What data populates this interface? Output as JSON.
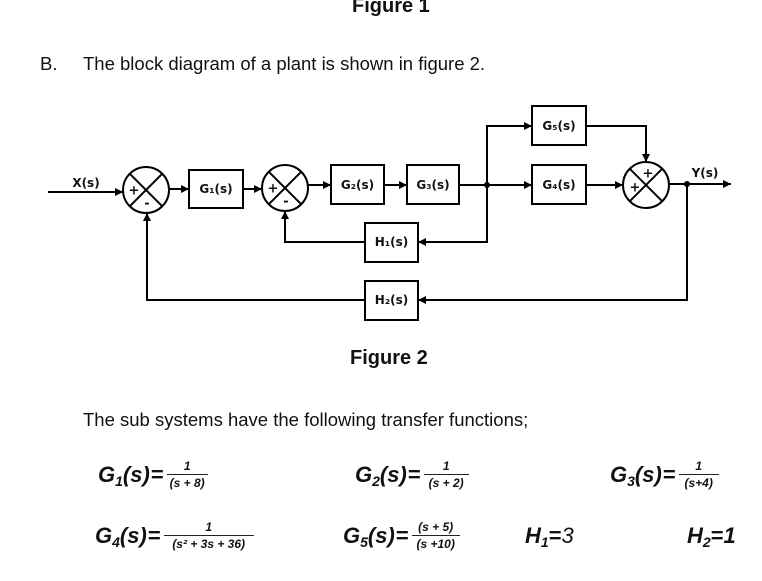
{
  "document": {
    "figure1_caption": "Figure 1",
    "section_label": "B.",
    "section_text": "The block diagram of a plant is shown in figure 2.",
    "figure2_caption": "Figure 2",
    "intro_text": "The sub systems have the following transfer functions;"
  },
  "diagram": {
    "input_label": "X(s)",
    "output_label": "Y(s)",
    "blocks": {
      "g1": "G₁(s)",
      "g2": "G₂(s)",
      "g3": "G₃(s)",
      "g4": "G₄(s)",
      "g5": "G₅(s)",
      "h1": "H₁(s)",
      "h2": "H₂(s)"
    },
    "summing_junctions": {
      "sum1": {
        "input_sign": "+",
        "feedback_sign": "-"
      },
      "sum2": {
        "input_sign": "+",
        "feedback_sign": "-"
      },
      "sum3": {
        "top_sign": "+",
        "left_sign": "+"
      }
    }
  },
  "transfer_functions": [
    {
      "name": "G",
      "sub": "1",
      "arg": "(s)",
      "eq": "=",
      "numerator": "1",
      "denominator": "(s + 8)"
    },
    {
      "name": "G",
      "sub": "2",
      "arg": "(s)",
      "eq": "=",
      "numerator": "1",
      "denominator": "(s + 2)"
    },
    {
      "name": "G",
      "sub": "3",
      "arg": "(s)",
      "eq": "=",
      "numerator": "1",
      "denominator": "(s+4)"
    },
    {
      "name": "G",
      "sub": "4",
      "arg": "(s)",
      "eq": "=",
      "numerator": "1",
      "denominator": "(s² + 3s + 36)"
    },
    {
      "name": "G",
      "sub": "5",
      "arg": "(s)",
      "eq": "=",
      "numerator": "(s + 5)",
      "denominator": "(s +10)"
    }
  ],
  "constants": [
    {
      "name": "H",
      "sub": "1",
      "eq": "=",
      "value": "3"
    },
    {
      "name": "H",
      "sub": "2",
      "eq": "=",
      "value": "1"
    }
  ]
}
